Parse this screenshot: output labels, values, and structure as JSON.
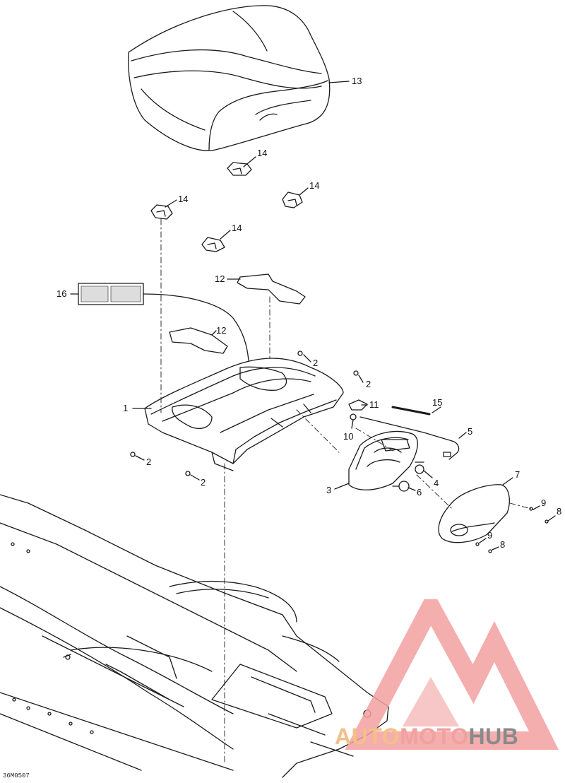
{
  "diagram": {
    "figure_code": "36M0507",
    "callouts": [
      {
        "id": "c13",
        "label": "13"
      },
      {
        "id": "c14a",
        "label": "14"
      },
      {
        "id": "c14b",
        "label": "14"
      },
      {
        "id": "c14c",
        "label": "14"
      },
      {
        "id": "c14d",
        "label": "14"
      },
      {
        "id": "c12a",
        "label": "12"
      },
      {
        "id": "c16",
        "label": "16"
      },
      {
        "id": "c12b",
        "label": "12"
      },
      {
        "id": "c2a",
        "label": "2"
      },
      {
        "id": "c2b",
        "label": "2"
      },
      {
        "id": "c1",
        "label": "1"
      },
      {
        "id": "c11",
        "label": "11"
      },
      {
        "id": "c15",
        "label": "15"
      },
      {
        "id": "c10",
        "label": "10"
      },
      {
        "id": "c5",
        "label": "5"
      },
      {
        "id": "c2c",
        "label": "2"
      },
      {
        "id": "c2d",
        "label": "2"
      },
      {
        "id": "c4",
        "label": "4"
      },
      {
        "id": "c7",
        "label": "7"
      },
      {
        "id": "c3",
        "label": "3"
      },
      {
        "id": "c6",
        "label": "6"
      },
      {
        "id": "c9a",
        "label": "9"
      },
      {
        "id": "c8a",
        "label": "8"
      },
      {
        "id": "c9b",
        "label": "9"
      },
      {
        "id": "c8b",
        "label": "8"
      }
    ]
  },
  "watermark": {
    "part1": "AUTO",
    "part2": "MOTO",
    "part3": "HUB",
    "color_a": "#f4c088",
    "color_b": "#f2a0a0",
    "color_c": "#8a8a8a"
  }
}
